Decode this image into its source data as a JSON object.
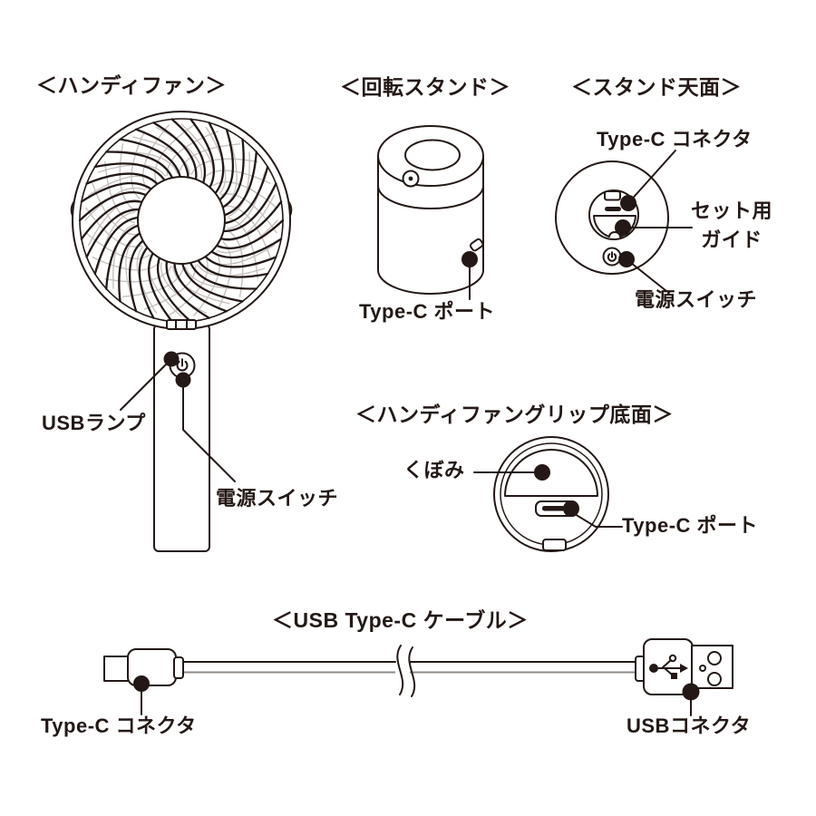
{
  "colors": {
    "ink": "#231815",
    "grill_gray": "#c6c1bc",
    "cable_gray": "#8f8a86"
  },
  "sections": {
    "handy_fan": {
      "title": "＜ハンディファン＞",
      "labels": {
        "usb_lamp": "USBランプ",
        "power_switch": "電源スイッチ"
      }
    },
    "rotating_stand": {
      "title": "＜回転スタンド＞",
      "labels": {
        "type_c_port": "Type-C ポート"
      }
    },
    "stand_top": {
      "title": "＜スタンド天面＞",
      "labels": {
        "type_c_connector": "Type-C コネクタ",
        "set_guide_line1": "セット用",
        "set_guide_line2": "ガイド",
        "power_switch": "電源スイッチ"
      }
    },
    "grip_bottom": {
      "title": "＜ハンディファングリップ底面＞",
      "labels": {
        "recess": "くぼみ",
        "type_c_port": "Type-C ポート"
      }
    },
    "usb_cable": {
      "title": "＜USB Type-C ケーブル＞",
      "labels": {
        "type_c_connector": "Type-C コネクタ",
        "usb_connector": "USBコネクタ"
      }
    }
  }
}
